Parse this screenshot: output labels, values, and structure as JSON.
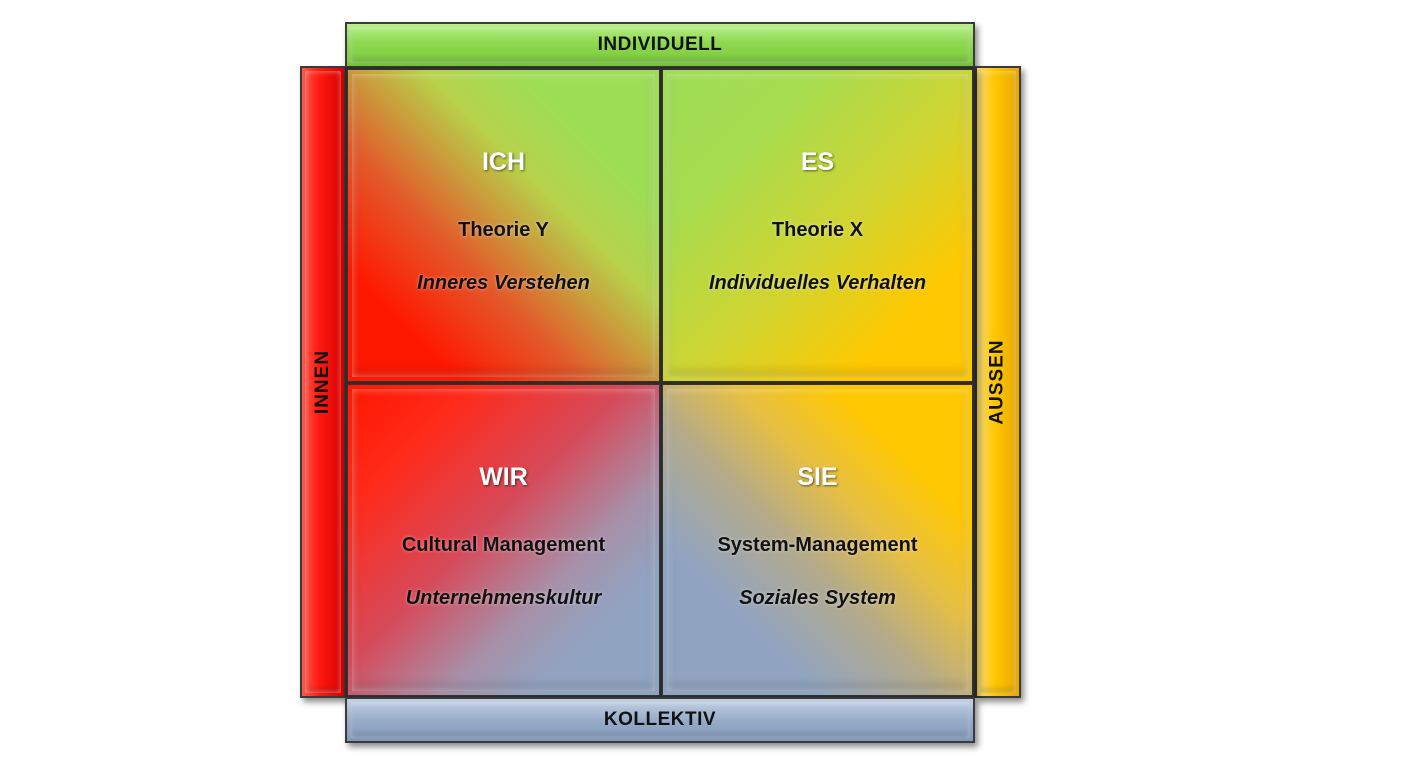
{
  "axes": {
    "top": "INDIVIDUELL",
    "bottom": "KOLLEKTIV",
    "left": "INNEN",
    "right": "AUSSEN"
  },
  "quadrants": [
    {
      "title": "ICH",
      "subtitle": "Theorie Y",
      "description": "Inneres Verstehen"
    },
    {
      "title": "ES",
      "subtitle": "Theorie X",
      "description": "Individuelles Verhalten"
    },
    {
      "title": "WIR",
      "subtitle": "Cultural Management",
      "description": "Unternehmenskultur"
    },
    {
      "title": "SIE",
      "subtitle": "System-Management",
      "description": "Soziales System"
    }
  ],
  "colors": {
    "individuell": "#8fd94f",
    "kollektiv": "#98acc9",
    "innen": "#ff1a10",
    "aussen": "#ffc400"
  }
}
